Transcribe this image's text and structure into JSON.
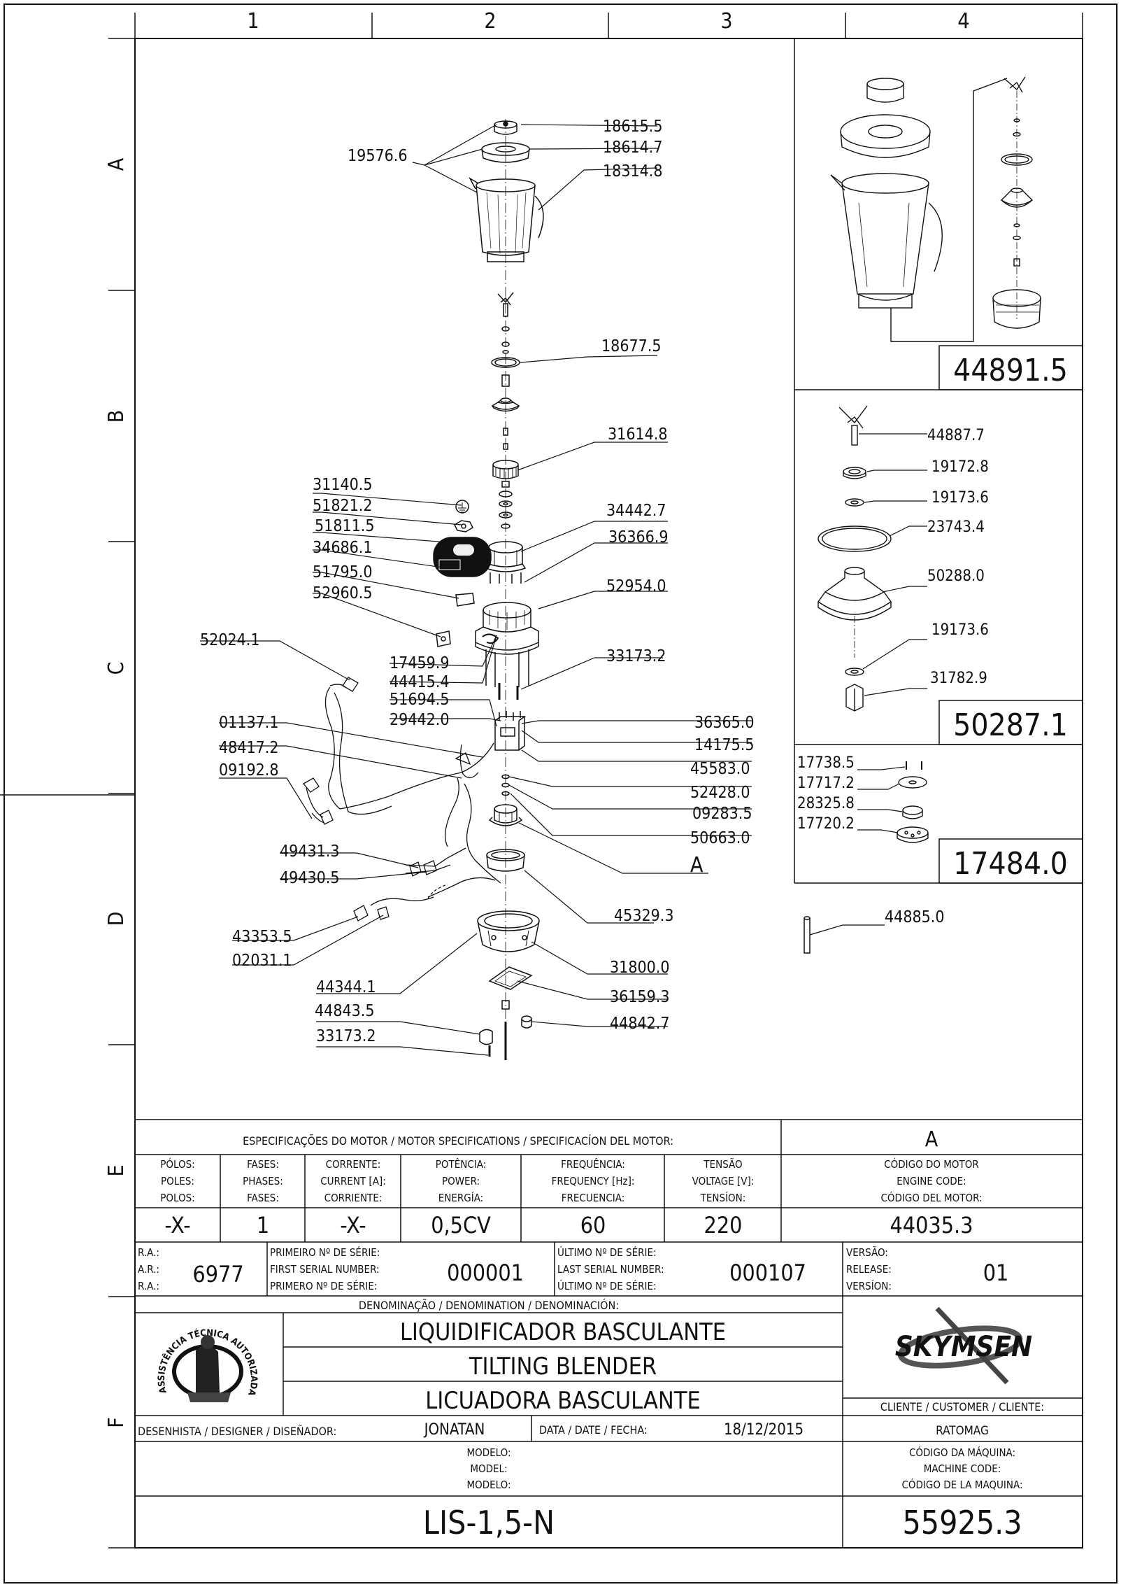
{
  "grid": {
    "columns": [
      "1",
      "2",
      "3",
      "4"
    ],
    "rows": [
      "A",
      "B",
      "C",
      "D",
      "E",
      "F"
    ]
  },
  "parts": {
    "p18615_5": "18615.5",
    "p18614_7": "18614.7",
    "p18314_8": "18314.8",
    "p19576_6": "19576.6",
    "p18677_5": "18677.5",
    "p31614_8": "31614.8",
    "p31140_5": "31140.5",
    "p51821_2": "51821.2",
    "p51811_5": "51811.5",
    "p34686_1": "34686.1",
    "p51795_0": "51795.0",
    "p52960_5": "52960.5",
    "p34442_7": "34442.7",
    "p36366_9": "36366.9",
    "p52954_0": "52954.0",
    "p52024_1": "52024.1",
    "p17459_9": "17459.9",
    "p44415_4": "44415.4",
    "p51694_5": "51694.5",
    "p29442_0": "29442.0",
    "p33173_2a": "33173.2",
    "p01137_1": "01137.1",
    "p48417_2": "48417.2",
    "p09192_8": "09192.8",
    "p36365_0": "36365.0",
    "p14175_5": "14175.5",
    "p45583_0": "45583.0",
    "p52428_0": "52428.0",
    "p09283_5": "09283.5",
    "p50663_0": "50663.0",
    "callout_a": "A",
    "p49431_3": "49431.3",
    "p49430_5": "49430.5",
    "p45329_3": "45329.3",
    "p43353_5": "43353.5",
    "p02031_1": "02031.1",
    "p31800_0": "31800.0",
    "p44344_1": "44344.1",
    "p36159_3": "36159.3",
    "p44843_5": "44843.5",
    "p44842_7": "44842.7",
    "p33173_2b": "33173.2",
    "p44885_0": "44885.0"
  },
  "detail_panels": {
    "jar_assembly": {
      "code": "44891.5"
    },
    "blade_assembly": {
      "code": "50287.1",
      "parts": [
        "44887.7",
        "19172.8",
        "19173.6",
        "23743.4",
        "50288.0",
        "19173.6",
        "31782.9"
      ]
    },
    "coupling_assembly": {
      "code": "17484.0",
      "parts": [
        "17738.5",
        "17717.2",
        "28325.8",
        "17720.2"
      ]
    }
  },
  "motor_spec": {
    "title": "ESPECIFICAÇÕES DO MOTOR / MOTOR SPECIFICATIONS / SPECIFICACÍON DEL MOTOR:",
    "callout": "A",
    "columns": [
      {
        "header": [
          "PÓLOS:",
          "POLES:",
          "POLOS:"
        ],
        "value": "-X-"
      },
      {
        "header": [
          "FASES:",
          "PHASES:",
          "FASES:"
        ],
        "value": "1"
      },
      {
        "header": [
          "CORRENTE:",
          "CURRENT [A]:",
          "CORRIENTE:"
        ],
        "value": "-X-"
      },
      {
        "header": [
          "POTÊNCIA:",
          "POWER:",
          "ENERGÍA:"
        ],
        "value": "0,5CV"
      },
      {
        "header": [
          "FREQUÊNCIA:",
          "FREQUENCY [Hz]:",
          "FRECUENCIA:"
        ],
        "value": "60"
      },
      {
        "header": [
          "TENSÃO",
          "VOLTAGE [V]:",
          "TENSÍON:"
        ],
        "value": "220"
      },
      {
        "header": [
          "CÓDIGO DO MOTOR",
          "ENGINE CODE:",
          "CÓDIGO DEL MOTOR:"
        ],
        "value": "44035.3"
      }
    ]
  },
  "serial": {
    "ra_labels": [
      "R.A.:",
      "A.R.:",
      "R.A.:"
    ],
    "ra_value": "6977",
    "first_labels": [
      "PRIMEIRO Nº DE SÉRIE:",
      "FIRST SERIAL NUMBER:",
      "PRIMERO Nº DE SÉRIE:"
    ],
    "first_value": "000001",
    "last_labels": [
      "ÚLTIMO Nº DE SÉRIE:",
      "LAST SERIAL NUMBER:",
      "ÚLTIMO Nº DE SÉRIE:"
    ],
    "last_value": "000107",
    "version_labels": [
      "VERSÃO:",
      "RELEASE:",
      "VERSÍON:"
    ],
    "version_value": "01"
  },
  "title_block": {
    "denomination_label": "DENOMINAÇÃO / DENOMINATION / DENOMINACIÓN:",
    "names": [
      "LIQUIDIFICADOR BASCULANTE",
      "TILTING BLENDER",
      "LICUADORA BASCULANTE"
    ],
    "seal_text": "ASSISTÊNCIA TÉCNICA AUTORIZADA",
    "brand": "SKYMSEN",
    "designer_label": "DESENHISTA / DESIGNER / DISEÑADOR:",
    "designer": "JONATAN",
    "date_label": "DATA / DATE / FECHA:",
    "date": "18/12/2015",
    "client_label": "CLIENTE / CUSTOMER / CLIENTE:",
    "client": "RATOMAG",
    "model_labels": [
      "MODELO:",
      "MODEL:",
      "MODELO:"
    ],
    "model": "LIS-1,5-N",
    "machine_code_labels": [
      "CÓDIGO DA MÁQUINA:",
      "MACHINE CODE:",
      "CÓDIGO DE LA MAQUINA:"
    ],
    "machine_code": "55925.3"
  }
}
